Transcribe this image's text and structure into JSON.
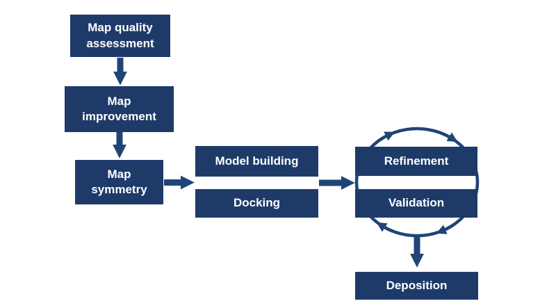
{
  "colors": {
    "background": "#ffffff",
    "box_fill": "#1e3a69",
    "arrow": "#1f4577",
    "label_text": "#ffffff"
  },
  "nodes": {
    "map_quality": {
      "label": "Map quality\nassessment"
    },
    "map_improvement": {
      "label": "Map\nimprovement"
    },
    "map_symmetry": {
      "label": "Map\nsymmetry"
    },
    "model_building": {
      "label": "Model building"
    },
    "docking": {
      "label": "Docking"
    },
    "refinement": {
      "label": "Refinement"
    },
    "validation": {
      "label": "Validation"
    },
    "deposition": {
      "label": "Deposition"
    }
  },
  "flow": {
    "connections": [
      {
        "from": "Map quality assessment",
        "to": "Map improvement",
        "type": "arrow-down"
      },
      {
        "from": "Map improvement",
        "to": "Map symmetry",
        "type": "arrow-down"
      },
      {
        "from": "Map symmetry",
        "to": "Model building / Docking",
        "type": "arrow-right"
      },
      {
        "from": "Model building / Docking",
        "to": "Refinement / Validation",
        "type": "arrow-right"
      },
      {
        "from": "Refinement / Validation cycle",
        "to": "Deposition",
        "type": "arrow-down"
      }
    ],
    "cycle": {
      "between": [
        "Refinement",
        "Validation"
      ],
      "direction": "clockwise"
    }
  }
}
